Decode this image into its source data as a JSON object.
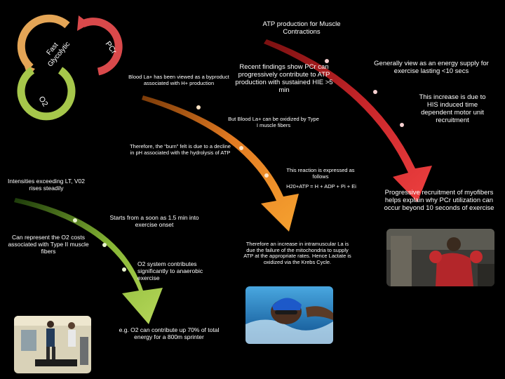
{
  "cycle": {
    "pcr": "PCr",
    "fast_glycolytic": "Fast\nGlycolytic",
    "o2": "O2",
    "colors": {
      "pcr": "#d9494b",
      "fast_glycolytic": "#e4a556",
      "o2": "#a6c74b"
    }
  },
  "pcr_arrow": {
    "color": "#e0393a",
    "title": "ATP production for Muscle Contractions",
    "findings": "Recent findings show PCr can progressively contribute to ATP production with sustained HIE >5 min",
    "energy_supply": "Generally view as an energy supply for exercise lasting <10 secs",
    "increase": "This increase is due to HIS induced time dependent motor unit recruitment",
    "recruitment": "Progressive recruitment of myofibers helps explain why PCr utilization can occur beyond 10 seconds of exercise",
    "photo": "boxing-photo"
  },
  "glycolytic_arrow": {
    "color": "#f08a2a",
    "byproduct": "Blood La+ has been viewed as a byproduct associated with H+ production",
    "oxidized": "But Blood La+ can be oxidized by Type I muscle fibers",
    "burn": "Therefore, the “burn” felt is due to a decline in pH associated with the hydrolysis of ATP",
    "reaction": "This reaction is expressed as follows",
    "equation": "H20+ATP = H + ADP + Pi + Ei",
    "increase_la": "Therefore an increase in intramuscular La is due the failure of the mitochondria to supply ATP at the appropriate rates. Hence Lactate is oxidized via the Krebs Cycle.",
    "photo": "swimmer-photo"
  },
  "o2_arrow": {
    "color": "#9bc83e",
    "intensities": "Intensities exceeding LT, V02 rises steadily",
    "starts": "Starts from a soon as 1.5 min into exercise onset",
    "represent": "Can represent the O2 costs associated with Type II muscle fibers",
    "contributes": "O2 system contributes significantly to anaerobic exercise",
    "sprinter": "e.g. O2 can contribute up 70% of total energy for a 800m sprinter",
    "photo": "treadmill-photo"
  }
}
